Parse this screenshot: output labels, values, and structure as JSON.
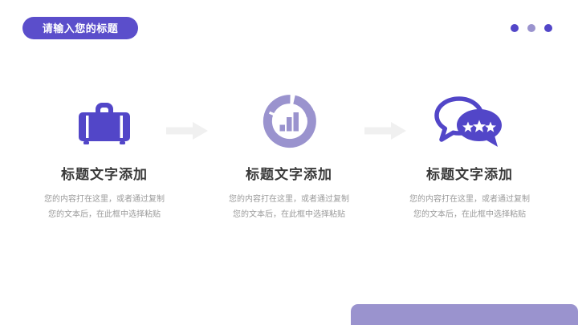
{
  "slide": {
    "background_color": "#ffffff",
    "title": {
      "label": "请输入您的标题",
      "pill_color": "#5b4ecb",
      "text_color": "#ffffff"
    },
    "corner_dots": [
      {
        "name": "dot-1",
        "color": "#5246c8"
      },
      {
        "name": "dot-2",
        "color": "#9a93ce"
      },
      {
        "name": "dot-3",
        "color": "#5246c8"
      }
    ],
    "columns": [
      {
        "icon": "briefcase-icon",
        "icon_color": "#5246c8",
        "heading": "标题文字添加",
        "body": "您的内容打在这里，或者通过复制您的文本后，在此框中选择粘贴"
      },
      {
        "icon": "donut-chart-icon",
        "icon_color": "#9a93ce",
        "heading": "标题文字添加",
        "body": "您的内容打在这里，或者通过复制您的文本后，在此框中选择粘贴"
      },
      {
        "icon": "speech-bubbles-stars-icon",
        "icon_color": "#5246c8",
        "heading": "标题文字添加",
        "body": "您的内容打在这里，或者通过复制您的文本后，在此框中选择粘贴"
      }
    ],
    "arrows": [
      {
        "name": "arrow-right-icon-1",
        "color": "#f0f0f0"
      },
      {
        "name": "arrow-right-icon-2",
        "color": "#f0f0f0"
      }
    ],
    "bottom_bar": {
      "color": "#9a93ce"
    },
    "heading_color": "#3a3a3a",
    "body_color": "#9b9b9b"
  }
}
